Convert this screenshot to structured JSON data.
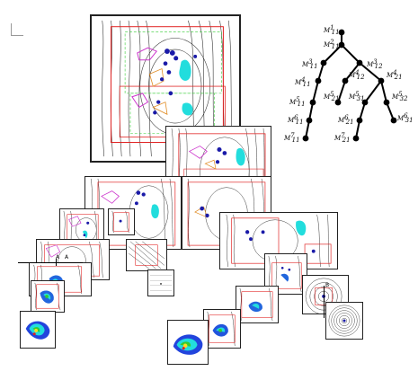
{
  "tree": {
    "node_labels": [
      {
        "base": "M",
        "sup": "1",
        "sub": "11"
      },
      {
        "base": "M",
        "sup": "2",
        "sub": "11"
      },
      {
        "base": "M",
        "sup": "3",
        "sub": "11"
      },
      {
        "base": "M",
        "sup": "3",
        "sub": "12"
      },
      {
        "base": "M",
        "sup": "4",
        "sub": "11"
      },
      {
        "base": "M",
        "sup": "4",
        "sub": "12"
      },
      {
        "base": "M",
        "sup": "4",
        "sub": "21"
      },
      {
        "base": "M",
        "sup": "5",
        "sub": "11"
      },
      {
        "base": "M",
        "sup": "5",
        "sub": "21"
      },
      {
        "base": "M",
        "sup": "5",
        "sub": "31"
      },
      {
        "base": "M",
        "sup": "5",
        "sub": "32"
      },
      {
        "base": "M",
        "sup": "6",
        "sub": "11"
      },
      {
        "base": "M",
        "sup": "6",
        "sub": "21"
      },
      {
        "base": "M",
        "sup": "6",
        "sub": "31"
      },
      {
        "base": "M",
        "sup": "7",
        "sub": "11"
      },
      {
        "base": "M",
        "sup": "7",
        "sub": "21"
      }
    ]
  },
  "section_labels": {
    "a": "A",
    "a_prime": "A",
    "b": "B"
  },
  "colors": {
    "contour": "#333333",
    "red_box": "#e02020",
    "magenta": "#cc33cc",
    "cyan_blob": "#22dddd",
    "blue_dot": "#1a1aa8",
    "orange": "#e08a20",
    "green": "#33cc33"
  }
}
